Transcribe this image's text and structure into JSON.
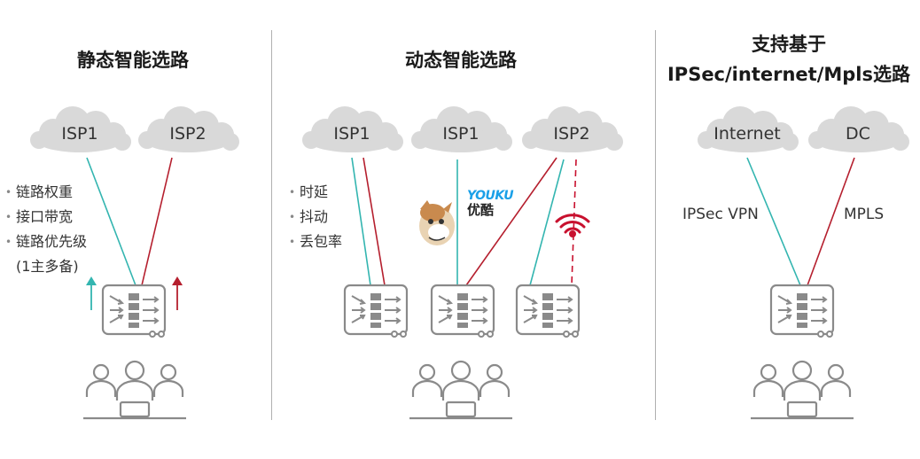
{
  "panels": {
    "static": {
      "title": "静态智能选路",
      "clouds": [
        "ISP1",
        "ISP2"
      ],
      "bullets": [
        "链路权重",
        "接口带宽",
        "链路优先级",
        "(1主多备)"
      ]
    },
    "dynamic": {
      "title": "动态智能选路",
      "clouds": [
        "ISP1",
        "ISP1",
        "ISP2"
      ],
      "bullets": [
        "时延",
        "抖动",
        "丢包率"
      ],
      "youku_brand": "YOUKU",
      "youku_cn": "优酷"
    },
    "ipsec": {
      "title_line1": "支持基于",
      "title_line2": "IPSec/internet/Mpls选路",
      "clouds": [
        "Internet",
        "DC"
      ],
      "link_labels": [
        "IPSec VPN",
        "MPLS"
      ]
    }
  },
  "colors": {
    "teal_link": "#33b5b0",
    "red_link": "#b51f2e",
    "wifi_red": "#c8102e",
    "device_gray": "#888888",
    "cloud_gray": "#d9d9d9"
  },
  "icons": [
    "cloud-icon",
    "router-icon",
    "users-icon",
    "arrow-up-icon",
    "wifi-icon",
    "thunder-app-icon"
  ]
}
